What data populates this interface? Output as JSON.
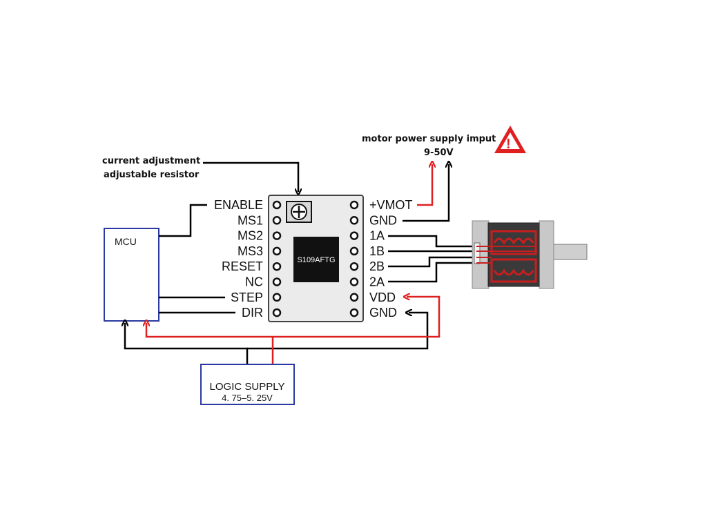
{
  "annotations": {
    "current_line1": "current adjustment",
    "current_line2": "adjustable resistor",
    "motor_supply_line1": "motor power supply imput",
    "motor_supply_line2": "9-50V",
    "warning_symbol": "!"
  },
  "mcu": {
    "label": "MCU"
  },
  "driver": {
    "chip_label": "S109AFTG",
    "left_pins": [
      "ENABLE",
      "MS1",
      "MS2",
      "MS3",
      "RESET",
      "NC",
      "STEP",
      "DIR"
    ],
    "right_pins": [
      "+VMOT",
      "GND",
      "1A",
      "1B",
      "2B",
      "2A",
      "VDD",
      "GND"
    ]
  },
  "logic_supply": {
    "minus": "-",
    "plus": "+",
    "title": "LOGIC SUPPLY",
    "range": "4. 75–5. 25V"
  },
  "colors": {
    "red_wire": "#e02020",
    "black_wire": "#000000",
    "box_border": "#2a3aa0",
    "board": "#ebebeb",
    "chip": "#111111",
    "motor_coil": "#c81e1e"
  },
  "icons": [
    "warning-icon",
    "potentiometer-icon",
    "stepper-motor-icon"
  ]
}
